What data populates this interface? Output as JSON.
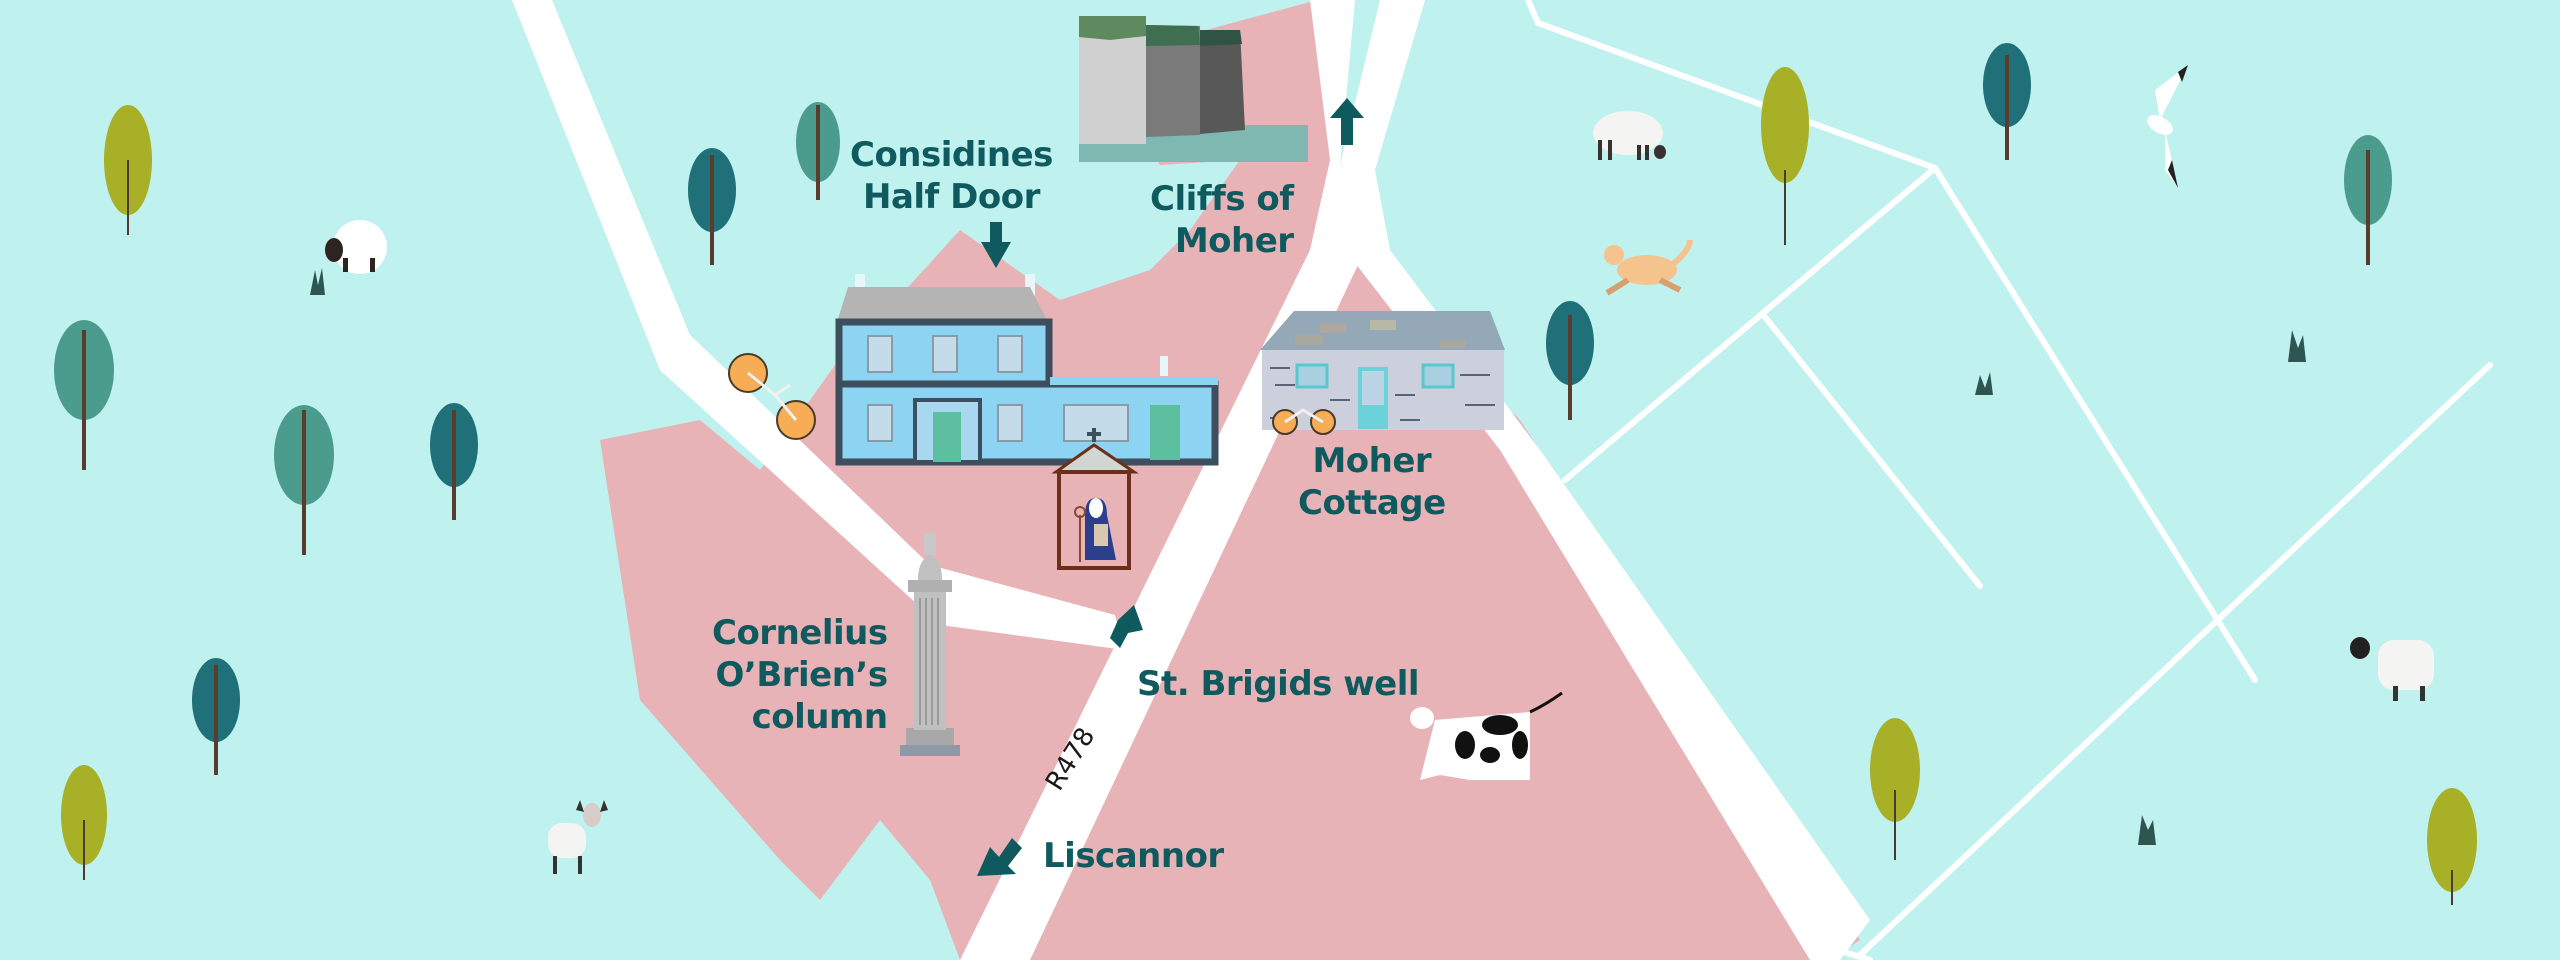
{
  "map": {
    "colors": {
      "background": "#bff2ef",
      "town_area": "#e8b3b6",
      "road": "#ffffff",
      "label_text": "#0f5a5f"
    },
    "labels": {
      "considines": {
        "line1": "Considines",
        "line2": "Half Door"
      },
      "cliffs": {
        "line1": "Cliffs of",
        "line2": "Moher"
      },
      "moher_cottage": {
        "line1": "Moher",
        "line2": "Cottage"
      },
      "cornelius": {
        "line1": "Cornelius",
        "line2": "O’Brien’s",
        "line3": "column"
      },
      "st_brigids": "St. Brigids well",
      "liscannor": "Liscannor"
    },
    "road_labels": {
      "r478": "R478"
    },
    "direction_arrows": [
      {
        "name": "considines-arrow",
        "direction": "down"
      },
      {
        "name": "cliffs-arrow",
        "direction": "up"
      },
      {
        "name": "st-brigids-arrow",
        "direction": "up-right"
      },
      {
        "name": "liscannor-arrow",
        "direction": "down-left"
      }
    ],
    "illustrations": [
      "cliffs-of-moher-icon",
      "considines-pub-icon",
      "moher-cottage-icon",
      "st-brigid-shrine-icon",
      "obriens-column-icon",
      "bicycle-icon",
      "cow-icon",
      "dog-icon",
      "seagull-icon",
      "sheep-icon",
      "tree-icon",
      "grass-icon"
    ]
  }
}
